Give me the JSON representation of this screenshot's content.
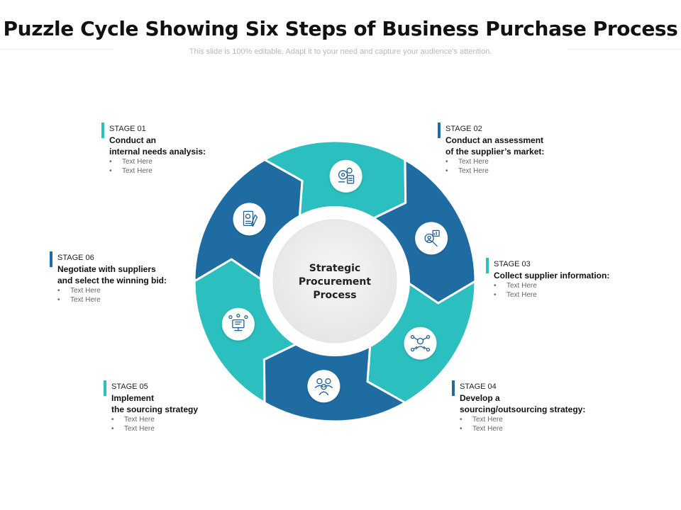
{
  "title": "Puzzle Cycle Showing Six Steps of Business Purchase Process",
  "subtitle": "This slide is 100% editable. Adapt it to your need and capture your audience's attention.",
  "center": {
    "lines": [
      "Strategic",
      "Procurement",
      "Process"
    ]
  },
  "colors": {
    "teal": "#2bbfbf",
    "blue": "#1f6ca3",
    "text": "#111111",
    "bullet": "#666666"
  },
  "stages": [
    {
      "number": "STAGE  01",
      "heading": "Conduct an\ninternal needs analysis:",
      "bullets": [
        "Text Here",
        "Text Here"
      ],
      "color": "#2bbfbf",
      "icon": "needs-analysis-icon"
    },
    {
      "number": "STAGE  02",
      "heading": "Conduct an assessment\nof the supplier’s market:",
      "bullets": [
        "Text Here",
        "Text Here"
      ],
      "color": "#1f6ca3",
      "icon": "market-assessment-icon"
    },
    {
      "number": "STAGE  03",
      "heading": "Collect supplier information:",
      "bullets": [
        "Text Here",
        "Text Here"
      ],
      "color": "#2bbfbf",
      "icon": "supplier-network-icon"
    },
    {
      "number": "STAGE  04",
      "heading": "Develop a\nsourcing/outsourcing  strategy:",
      "bullets": [
        "Text Here",
        "Text Here"
      ],
      "color": "#1f6ca3",
      "icon": "team-strategy-icon"
    },
    {
      "number": "STAGE  05",
      "heading": "Implement\nthe sourcing strategy",
      "bullets": [
        "Text Here",
        "Text Here"
      ],
      "color": "#2bbfbf",
      "icon": "implementation-icon"
    },
    {
      "number": "STAGE  06",
      "heading": "Negotiate with suppliers\nand select the winning bid:",
      "bullets": [
        "Text Here",
        "Text Here"
      ],
      "color": "#1f6ca3",
      "icon": "contract-icon"
    }
  ]
}
